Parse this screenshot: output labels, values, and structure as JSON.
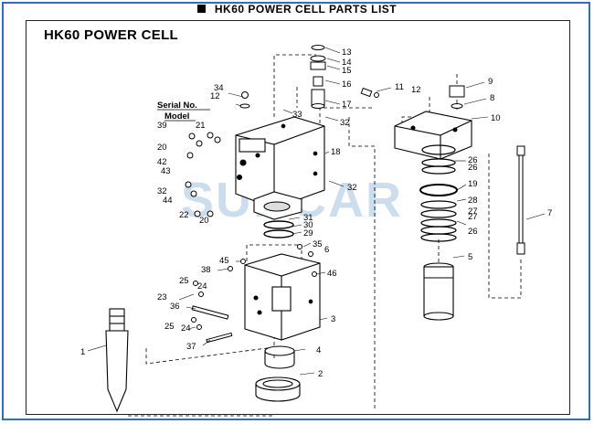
{
  "header": {
    "title": "HK60 POWER CELL PARTS LIST"
  },
  "diagram": {
    "title": "HK60 POWER CELL",
    "serial_label": "Serial No.",
    "model_label": "Model",
    "watermark": "SUNCAR"
  },
  "parts": [
    {
      "number": "1"
    },
    {
      "number": "2"
    },
    {
      "number": "3"
    },
    {
      "number": "4"
    },
    {
      "number": "5"
    },
    {
      "number": "6"
    },
    {
      "number": "7"
    },
    {
      "number": "8"
    },
    {
      "number": "9"
    },
    {
      "number": "10"
    },
    {
      "number": "11"
    },
    {
      "number": "12"
    },
    {
      "number": "12"
    },
    {
      "number": "13"
    },
    {
      "number": "14"
    },
    {
      "number": "15"
    },
    {
      "number": "16"
    },
    {
      "number": "17"
    },
    {
      "number": "18"
    },
    {
      "number": "19"
    },
    {
      "number": "20"
    },
    {
      "number": "20"
    },
    {
      "number": "21"
    },
    {
      "number": "22"
    },
    {
      "number": "23"
    },
    {
      "number": "24"
    },
    {
      "number": "24"
    },
    {
      "number": "25"
    },
    {
      "number": "25"
    },
    {
      "number": "26"
    },
    {
      "number": "26"
    },
    {
      "number": "26"
    },
    {
      "number": "27"
    },
    {
      "number": "27"
    },
    {
      "number": "28"
    },
    {
      "number": "29"
    },
    {
      "number": "30"
    },
    {
      "number": "31"
    },
    {
      "number": "32"
    },
    {
      "number": "32"
    },
    {
      "number": "32"
    },
    {
      "number": "33"
    },
    {
      "number": "34"
    },
    {
      "number": "35"
    },
    {
      "number": "36"
    },
    {
      "number": "37"
    },
    {
      "number": "38"
    },
    {
      "number": "39"
    },
    {
      "number": "42"
    },
    {
      "number": "43"
    },
    {
      "number": "44"
    },
    {
      "number": "45"
    },
    {
      "number": "46"
    }
  ]
}
